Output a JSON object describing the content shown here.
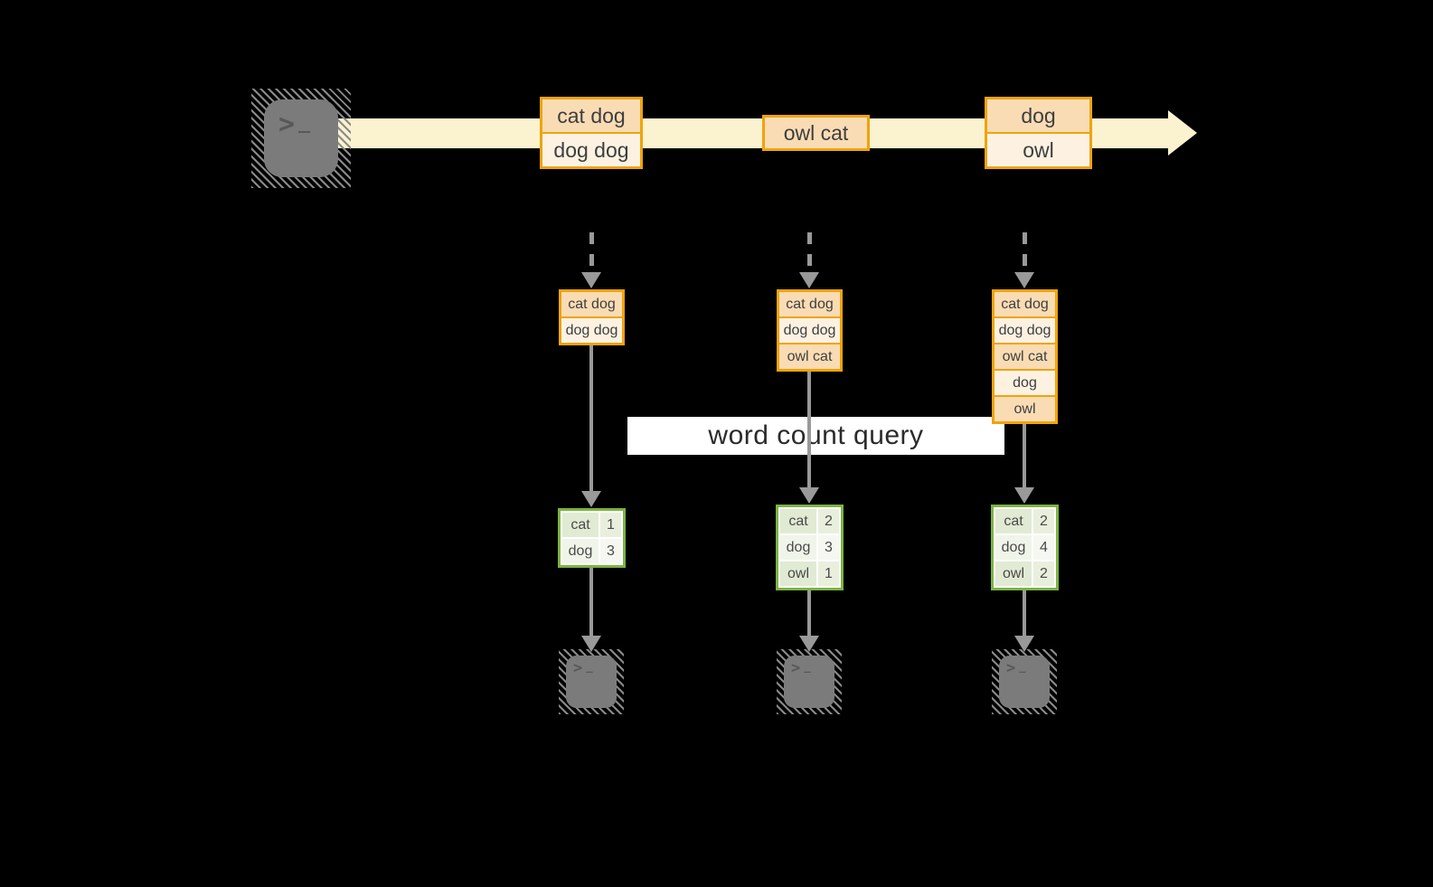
{
  "banner": {
    "label": "word count query"
  },
  "icons": {
    "prompt_chevron": ">",
    "prompt_cursor": "_"
  },
  "stream": {
    "events": [
      {
        "cells": [
          "cat dog",
          "dog dog"
        ]
      },
      {
        "cells": [
          "owl cat"
        ]
      },
      {
        "cells": [
          "dog",
          "owl"
        ]
      }
    ]
  },
  "columns": [
    {
      "buffer": [
        "cat dog",
        "dog dog"
      ],
      "counts": [
        {
          "word": "cat",
          "count": "1"
        },
        {
          "word": "dog",
          "count": "3"
        }
      ]
    },
    {
      "buffer": [
        "cat dog",
        "dog dog",
        "owl cat"
      ],
      "counts": [
        {
          "word": "cat",
          "count": "2"
        },
        {
          "word": "dog",
          "count": "3"
        },
        {
          "word": "owl",
          "count": "1"
        }
      ]
    },
    {
      "buffer": [
        "cat dog",
        "dog dog",
        "owl cat",
        "dog",
        "owl"
      ],
      "counts": [
        {
          "word": "cat",
          "count": "2"
        },
        {
          "word": "dog",
          "count": "4"
        },
        {
          "word": "owl",
          "count": "2"
        }
      ]
    }
  ],
  "colors": {
    "stream_fill": "#fbf2cf",
    "orange_border": "#f0a30a",
    "peach_dark": "#fadcb4",
    "peach_light": "#fdf2e2",
    "green_border": "#7cb342",
    "green_dark": "#e1ead3",
    "green_light": "#f0f5e9",
    "arrow_gray": "#999999",
    "terminal_gray": "#7b7b7b",
    "banner_bg": "#ffffff"
  }
}
